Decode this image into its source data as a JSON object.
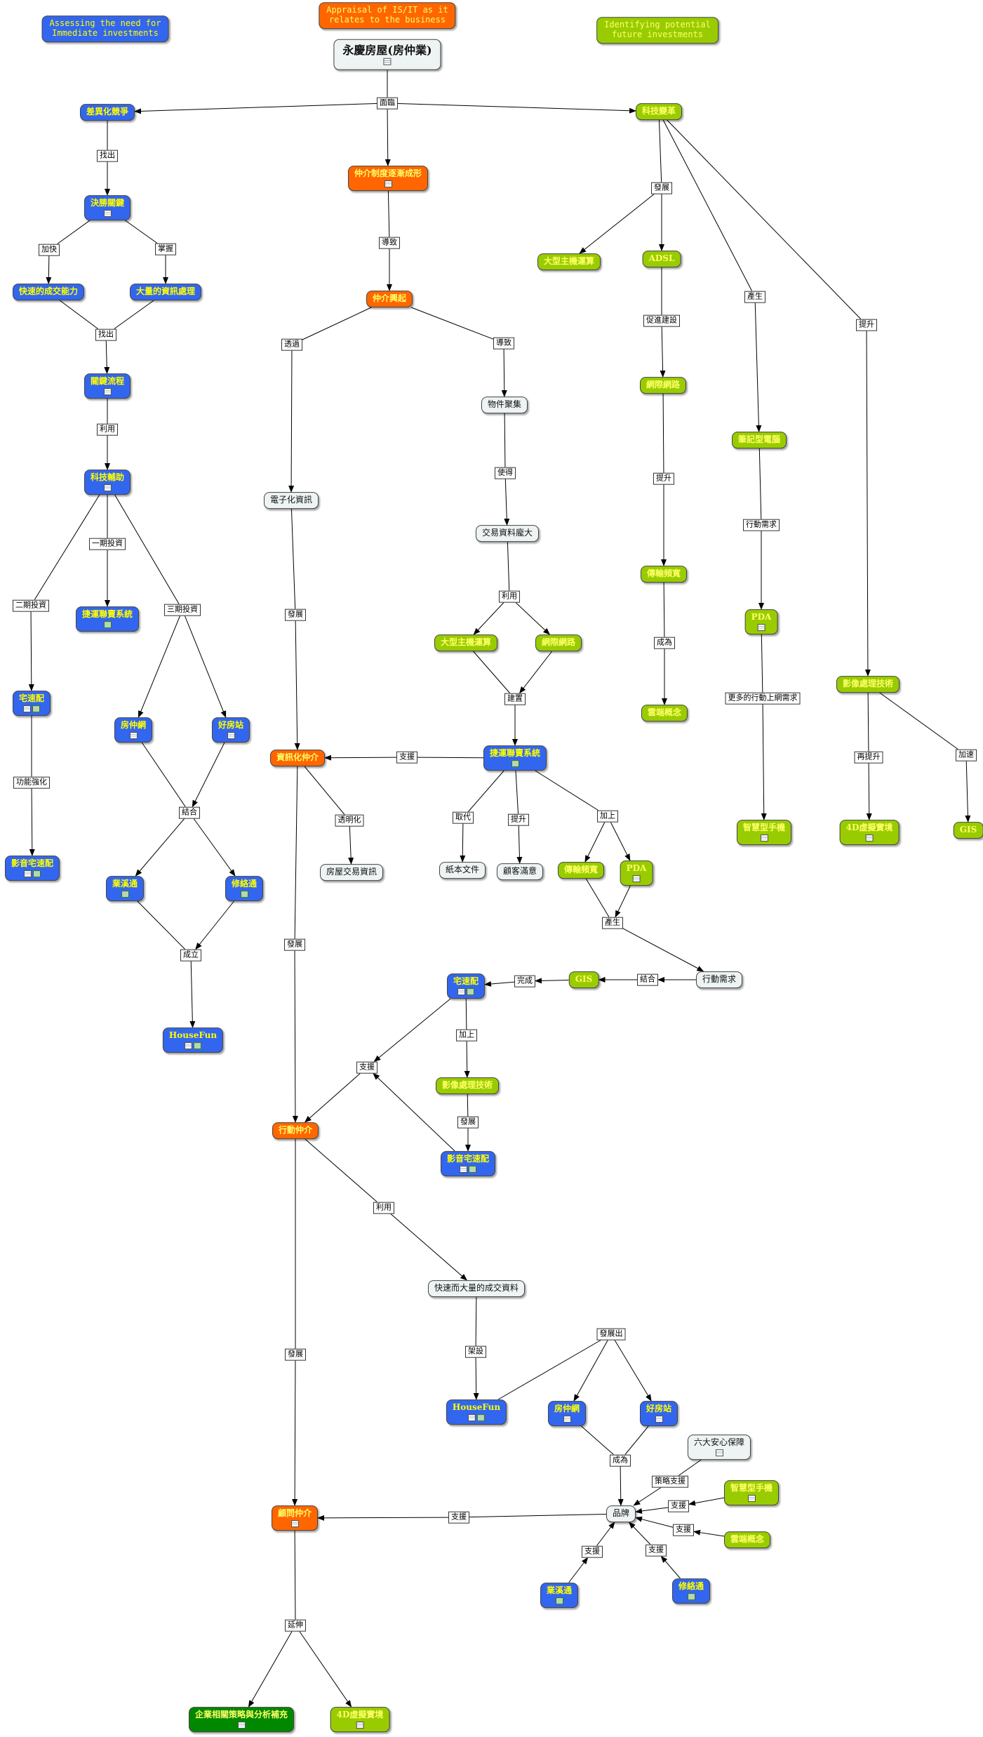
{
  "legend": {
    "assess": "Assessing the need for\nImmediate investments",
    "appraisal": "Appraisal of IS/IT as it\nrelates to the business",
    "future": "Identifying potential\nfuture investments"
  },
  "colors": {
    "blue": "#3366ee",
    "orange": "#ff6600",
    "green": "#99cc00",
    "dark_green": "#008800",
    "light": "#eef4f4",
    "concept_text": "#ffff00"
  },
  "nodes": [
    {
      "id": "root",
      "label": "永慶房屋(房仲業)",
      "icons": [
        "doc"
      ]
    },
    {
      "id": "diff",
      "label": "差異化競爭"
    },
    {
      "id": "broker_sys",
      "label": "仲介制度逐漸成形",
      "icons": [
        "doc"
      ]
    },
    {
      "id": "tech",
      "label": "科技變革"
    },
    {
      "id": "key",
      "label": "決勝關鍵",
      "icons": [
        "doc"
      ]
    },
    {
      "id": "fast_deal",
      "label": "快速的成交能力"
    },
    {
      "id": "big_info",
      "label": "大量的資訊處理"
    },
    {
      "id": "key_flow",
      "label": "關鍵流程",
      "icons": [
        "doc"
      ]
    },
    {
      "id": "tech_assist",
      "label": "科技輔助",
      "icons": [
        "doc"
      ]
    },
    {
      "id": "jieyun1",
      "label": "捷運聯賣系統",
      "icons": [
        "sheet"
      ]
    },
    {
      "id": "zhaisu1",
      "label": "宅速配",
      "icons": [
        "doc",
        "sheet"
      ]
    },
    {
      "id": "av_zhaisu1",
      "label": "影音宅速配",
      "icons": [
        "doc",
        "sheet"
      ]
    },
    {
      "id": "fangzhong1",
      "label": "房仲網",
      "icons": [
        "doc"
      ]
    },
    {
      "id": "haofang1",
      "label": "好房站",
      "icons": [
        "doc"
      ]
    },
    {
      "id": "yexi1",
      "label": "業溪通",
      "icons": [
        "sheet"
      ]
    },
    {
      "id": "xiuluo1",
      "label": "修絡通",
      "icons": [
        "sheet"
      ]
    },
    {
      "id": "housefun1",
      "label": "HouseFun",
      "icons": [
        "doc",
        "sheet"
      ]
    },
    {
      "id": "rise",
      "label": "仲介興起"
    },
    {
      "id": "e_info",
      "label": "電子化資訊"
    },
    {
      "id": "listing",
      "label": "物件聚集"
    },
    {
      "id": "huge_data",
      "label": "交易資料龐大"
    },
    {
      "id": "mainframe2",
      "label": "大型主機運算"
    },
    {
      "id": "internet2",
      "label": "網際網路"
    },
    {
      "id": "jieyun2",
      "label": "捷運聯賣系統",
      "icons": [
        "sheet"
      ]
    },
    {
      "id": "info_broker",
      "label": "資訊化仲介"
    },
    {
      "id": "house_info",
      "label": "房屋交易資訊"
    },
    {
      "id": "paper",
      "label": "紙本文件"
    },
    {
      "id": "satisfy",
      "label": "顧客滿意"
    },
    {
      "id": "broadband2",
      "label": "傳輸頻寬"
    },
    {
      "id": "pda2",
      "label": "PDA",
      "icons": [
        "doc"
      ]
    },
    {
      "id": "mobile_need2",
      "label": "行動需求"
    },
    {
      "id": "gis2",
      "label": "GIS"
    },
    {
      "id": "zhaisu2",
      "label": "宅速配",
      "icons": [
        "doc",
        "sheet"
      ]
    },
    {
      "id": "img_tech2",
      "label": "影像處理技術"
    },
    {
      "id": "av_zhaisu2",
      "label": "影音宅速配",
      "icons": [
        "doc",
        "sheet"
      ]
    },
    {
      "id": "mobile_broker",
      "label": "行動仲介"
    },
    {
      "id": "fast_big",
      "label": "快速而大量的成交資料"
    },
    {
      "id": "housefun2",
      "label": "HouseFun",
      "icons": [
        "doc",
        "sheet"
      ]
    },
    {
      "id": "fangzhong2",
      "label": "房仲網",
      "icons": [
        "doc"
      ]
    },
    {
      "id": "haofang2",
      "label": "好房站",
      "icons": [
        "doc"
      ]
    },
    {
      "id": "six",
      "label": "六大安心保障",
      "icons": [
        "doc"
      ]
    },
    {
      "id": "brand",
      "label": "品牌"
    },
    {
      "id": "smartphone2",
      "label": "智慧型手機",
      "icons": [
        "doc"
      ]
    },
    {
      "id": "cloud2",
      "label": "雲端概念"
    },
    {
      "id": "consult",
      "label": "顧問仲介",
      "icons": [
        "doc"
      ]
    },
    {
      "id": "yexi2",
      "label": "業溪通",
      "icons": [
        "sheet"
      ]
    },
    {
      "id": "xiuluo2",
      "label": "修絡通",
      "icons": [
        "sheet"
      ]
    },
    {
      "id": "enterprise",
      "label": "企業相關策略與分析補充",
      "icons": [
        "doc"
      ]
    },
    {
      "id": "vr2",
      "label": "4D虛擬實境",
      "icons": [
        "doc"
      ]
    },
    {
      "id": "mainframe1",
      "label": "大型主機運算"
    },
    {
      "id": "adsl",
      "label": "ADSL"
    },
    {
      "id": "internet1",
      "label": "網際網路"
    },
    {
      "id": "broadband1",
      "label": "傳輸頻寬"
    },
    {
      "id": "cloud1",
      "label": "雲端概念"
    },
    {
      "id": "notebook",
      "label": "筆記型電腦"
    },
    {
      "id": "pda1",
      "label": "PDA",
      "icons": [
        "doc"
      ]
    },
    {
      "id": "smartphone1",
      "label": "智慧型手機",
      "icons": [
        "doc"
      ]
    },
    {
      "id": "img_tech1",
      "label": "影像處理技術"
    },
    {
      "id": "vr1",
      "label": "4D虛擬實境",
      "icons": [
        "doc"
      ]
    },
    {
      "id": "gis1",
      "label": "GIS"
    }
  ],
  "links": [
    {
      "id": "l_face",
      "label": "面臨"
    },
    {
      "id": "l_find1",
      "label": "找出"
    },
    {
      "id": "l_add",
      "label": "加快"
    },
    {
      "id": "l_handle",
      "label": "掌握"
    },
    {
      "id": "l_find2",
      "label": "找出"
    },
    {
      "id": "l_use1",
      "label": "利用"
    },
    {
      "id": "l_phase1",
      "label": "一期投資"
    },
    {
      "id": "l_phase2",
      "label": "二期投資"
    },
    {
      "id": "l_phase3",
      "label": "三期投資"
    },
    {
      "id": "l_enhance",
      "label": "功能強化"
    },
    {
      "id": "l_combine1",
      "label": "結合"
    },
    {
      "id": "l_found1",
      "label": "成立"
    },
    {
      "id": "l_cause1",
      "label": "導致"
    },
    {
      "id": "l_via",
      "label": "透過"
    },
    {
      "id": "l_cause2",
      "label": "導致"
    },
    {
      "id": "l_make",
      "label": "使得"
    },
    {
      "id": "l_use2",
      "label": "利用"
    },
    {
      "id": "l_build",
      "label": "建置"
    },
    {
      "id": "l_support1",
      "label": "支援"
    },
    {
      "id": "l_dev1",
      "label": "發展"
    },
    {
      "id": "l_transparent",
      "label": "透明化"
    },
    {
      "id": "l_replace",
      "label": "取代"
    },
    {
      "id": "l_lift1",
      "label": "提升"
    },
    {
      "id": "l_plus1",
      "label": "加上"
    },
    {
      "id": "l_produce2",
      "label": "產生"
    },
    {
      "id": "l_combine2",
      "label": "結合"
    },
    {
      "id": "l_complete",
      "label": "完成"
    },
    {
      "id": "l_plus2",
      "label": "加上"
    },
    {
      "id": "l_dev2",
      "label": "發展"
    },
    {
      "id": "l_support2",
      "label": "支援"
    },
    {
      "id": "l_dev3",
      "label": "發展"
    },
    {
      "id": "l_use3",
      "label": "利用"
    },
    {
      "id": "l_deploy",
      "label": "架設"
    },
    {
      "id": "l_dev4",
      "label": "發展"
    },
    {
      "id": "l_develop_out",
      "label": "發展出"
    },
    {
      "id": "l_become2",
      "label": "成為"
    },
    {
      "id": "l_strategy",
      "label": "策略支援"
    },
    {
      "id": "l_support3",
      "label": "支援"
    },
    {
      "id": "l_support4",
      "label": "支援"
    },
    {
      "id": "l_support5",
      "label": "支援"
    },
    {
      "id": "l_support6",
      "label": "支援"
    },
    {
      "id": "l_support7",
      "label": "支援"
    },
    {
      "id": "l_extend",
      "label": "延伸"
    },
    {
      "id": "l_devt",
      "label": "發展"
    },
    {
      "id": "l_promote",
      "label": "促進建設"
    },
    {
      "id": "l_lift2",
      "label": "提升"
    },
    {
      "id": "l_become1",
      "label": "成為"
    },
    {
      "id": "l_produce1",
      "label": "產生"
    },
    {
      "id": "l_mobile1",
      "label": "行動需求"
    },
    {
      "id": "l_more_mobile",
      "label": "更多的行動上網需求"
    },
    {
      "id": "l_lift3",
      "label": "提升"
    },
    {
      "id": "l_relift",
      "label": "再提升"
    },
    {
      "id": "l_speed",
      "label": "加速"
    }
  ]
}
